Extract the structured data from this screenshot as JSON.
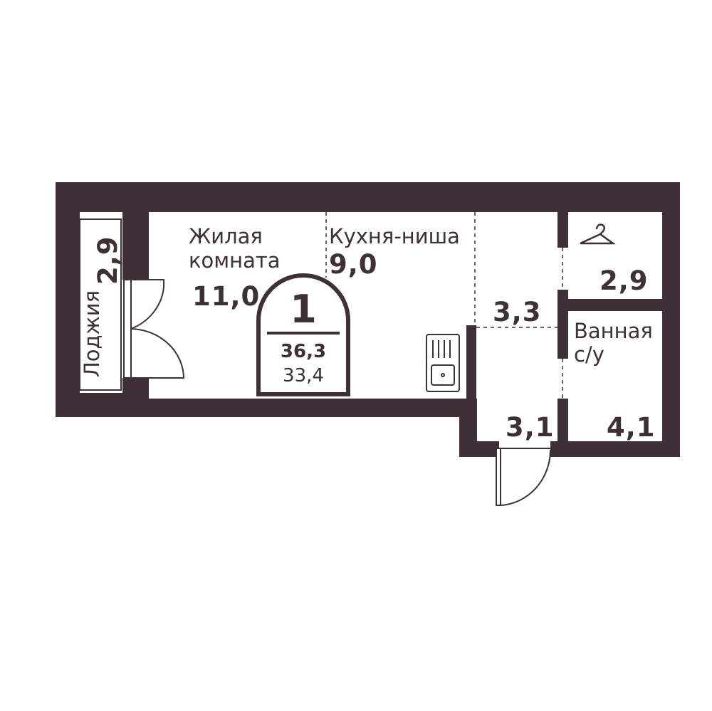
{
  "colors": {
    "wall": "#3f2f36",
    "line": "#3f2f36",
    "background": "#ffffff"
  },
  "apartment": {
    "rooms_count": "1",
    "total_area": "36,3",
    "living_area": "33,4"
  },
  "rooms": {
    "living": {
      "name_line1": "Жилая",
      "name_line2": "комната",
      "area": "11,0"
    },
    "kitchen": {
      "name": "Кухня-ниша",
      "area": "9,0"
    },
    "hall": {
      "area": "3,3"
    },
    "entry": {
      "area": "3,1"
    },
    "wardrobe": {
      "area": "2,9",
      "icon": "hanger-icon"
    },
    "bathroom": {
      "name_line1": "Ванная",
      "name_line2": "с/у",
      "area": "4,1"
    },
    "loggia": {
      "name": "Лоджия",
      "area": "2,9"
    }
  }
}
